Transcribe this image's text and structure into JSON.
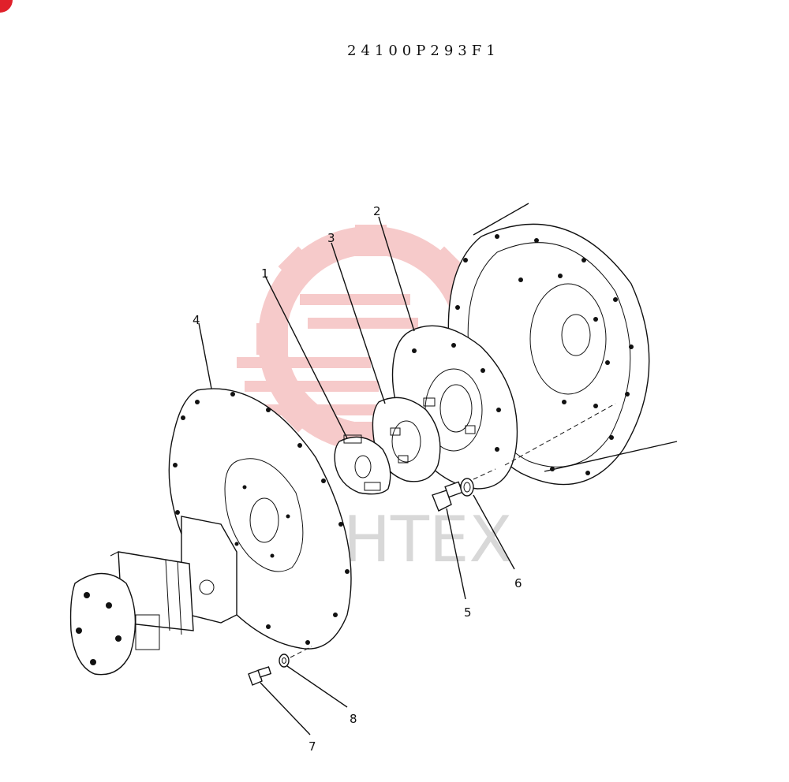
{
  "drawing": {
    "code": "24100P293F1",
    "watermark_text": "ИНТЕХ"
  },
  "callouts": [
    {
      "id": "1",
      "label": "1"
    },
    {
      "id": "2",
      "label": "2"
    },
    {
      "id": "3",
      "label": "3"
    },
    {
      "id": "4",
      "label": "4"
    },
    {
      "id": "5",
      "label": "5"
    },
    {
      "id": "6",
      "label": "6"
    },
    {
      "id": "7",
      "label": "7"
    },
    {
      "id": "8",
      "label": "8"
    }
  ],
  "colors": {
    "line": "#111111",
    "watermark_red": "#f0a0a0",
    "watermark_gray": "#d8d8d8",
    "corner_badge": "#e0202a"
  }
}
